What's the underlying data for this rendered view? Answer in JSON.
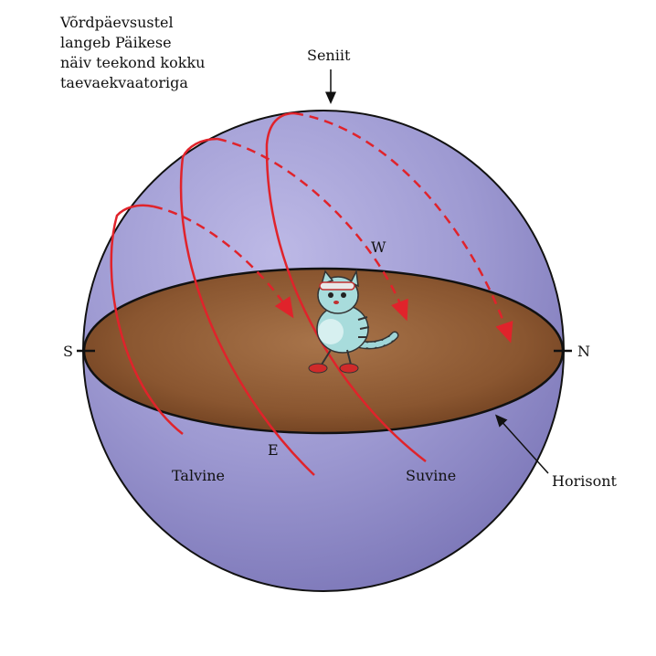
{
  "caption": {
    "lines": [
      "Võrdpäevsustel",
      "langeb Päikese",
      "näiv teekond kokku",
      "taevaekvaatoriga"
    ]
  },
  "labels": {
    "zenith": "Seniit",
    "west": "W",
    "east": "E",
    "south": "S",
    "north": "N",
    "winter": "Talvine",
    "summer": "Suvine",
    "horizon": "Horisont"
  },
  "colors": {
    "sphere": "#9b97cf",
    "ground": "#8b5a34",
    "sun_path": "#e0232b",
    "outline": "#111111"
  }
}
